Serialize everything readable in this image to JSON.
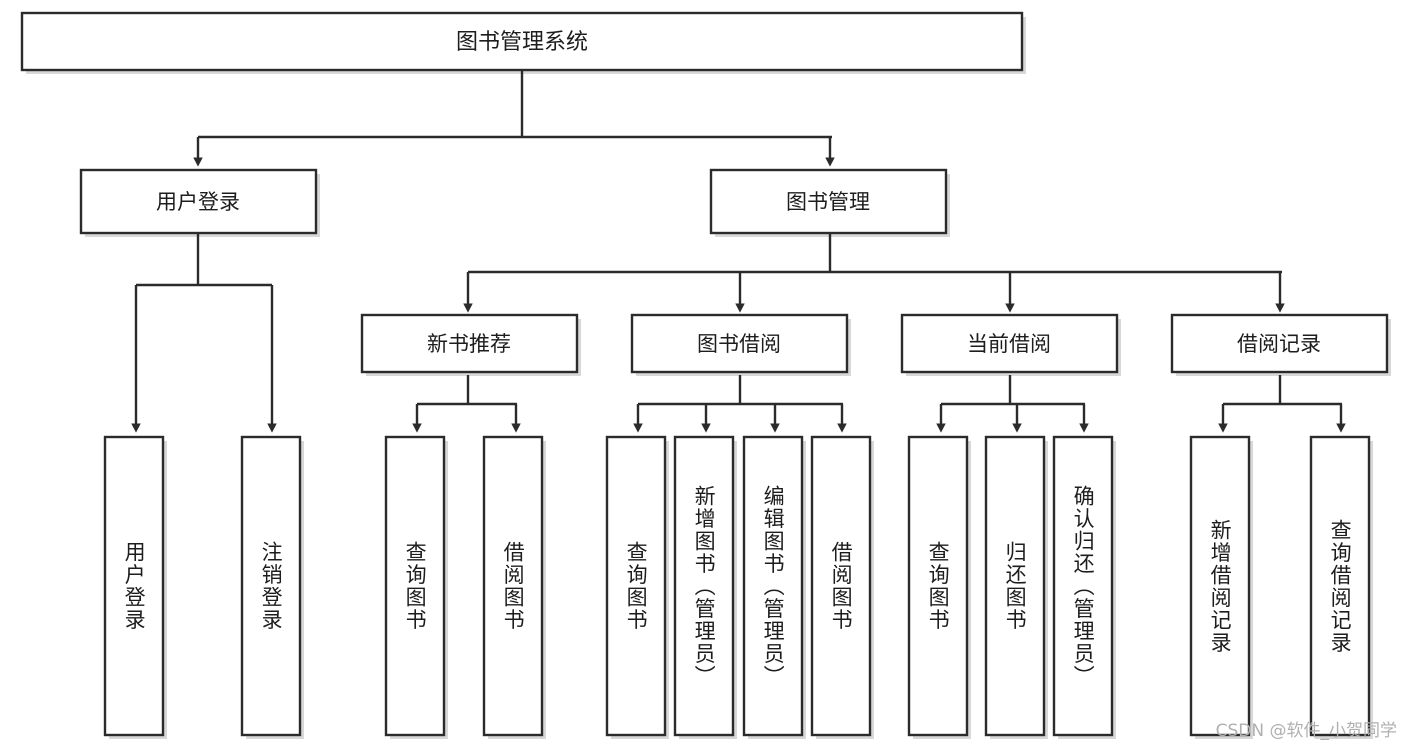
{
  "diagram": {
    "type": "tree",
    "title": "图书管理系统",
    "orientation": "top-down",
    "arrowhead": "filled-triangle",
    "colors": {
      "box_fill": "#ffffff",
      "box_stroke": "#2b2b2b",
      "connector": "#2b2b2b",
      "text": "#1d1d1d",
      "watermark": "#b0b0b0",
      "background": "#ffffff"
    },
    "root": {
      "label": "图书管理系统"
    },
    "level1": [
      {
        "id": "user-login",
        "label": "用户登录"
      },
      {
        "id": "book-management",
        "label": "图书管理"
      }
    ],
    "level2": [
      {
        "id": "new-book-recommend",
        "label": "新书推荐",
        "parent": "book-management"
      },
      {
        "id": "book-borrow",
        "label": "图书借阅",
        "parent": "book-management"
      },
      {
        "id": "current-borrow",
        "label": "当前借阅",
        "parent": "book-management"
      },
      {
        "id": "borrow-record",
        "label": "借阅记录",
        "parent": "book-management"
      }
    ],
    "leaves": {
      "user-login": [
        {
          "id": "leaf-user-login",
          "label": "用户登录"
        },
        {
          "id": "leaf-user-logout",
          "label": "注销登录"
        }
      ],
      "new-book-recommend": [
        {
          "id": "leaf-query-book-1",
          "label": "查询图书"
        },
        {
          "id": "leaf-borrow-book-1",
          "label": "借阅图书"
        }
      ],
      "book-borrow": [
        {
          "id": "leaf-query-book-2",
          "label": "查询图书"
        },
        {
          "id": "leaf-add-book",
          "label": "新增图书（管理员）"
        },
        {
          "id": "leaf-edit-book",
          "label": "编辑图书（管理员）"
        },
        {
          "id": "leaf-borrow-book-2",
          "label": "借阅图书"
        }
      ],
      "current-borrow": [
        {
          "id": "leaf-query-book-3",
          "label": "查询图书"
        },
        {
          "id": "leaf-return-book",
          "label": "归还图书"
        },
        {
          "id": "leaf-confirm-return",
          "label": "确认归还（管理员）"
        }
      ],
      "borrow-record": [
        {
          "id": "leaf-add-record",
          "label": "新增借阅记录"
        },
        {
          "id": "leaf-query-record",
          "label": "查询借阅记录"
        }
      ]
    }
  },
  "watermark": {
    "text": "CSDN @软件_小贺同学"
  }
}
